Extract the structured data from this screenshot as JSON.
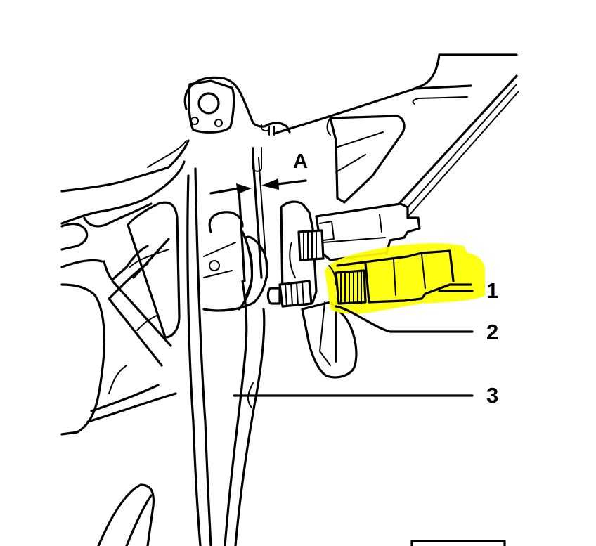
{
  "diagram": {
    "subject": "Brake pedal assembly with brake light switch",
    "highlight_color": "#ffff00",
    "line_color": "#000000",
    "background": "#ffffff",
    "dimension": {
      "label": "A"
    },
    "callouts": [
      {
        "id": 1,
        "label": "1",
        "part": "switch (highlighted)"
      },
      {
        "id": 2,
        "label": "2",
        "part": "bracket / retainer"
      },
      {
        "id": 3,
        "label": "3",
        "part": "pedal lever"
      }
    ]
  }
}
